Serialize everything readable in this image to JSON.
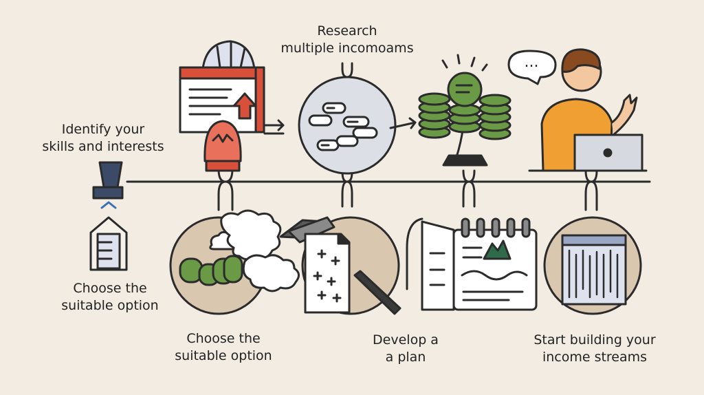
{
  "labels": {
    "research": [
      "Research",
      "multiple incomoams"
    ],
    "identify": [
      "Identify your",
      "skills and interests"
    ],
    "choose_left": [
      "Choose the",
      "suitable option"
    ],
    "choose_center": [
      "Choose the",
      "suitable option"
    ],
    "develop": [
      "Develop a",
      "a plan"
    ],
    "start": [
      "Start building your",
      "income streams"
    ]
  },
  "speech_bubble_text": "...",
  "colors": {
    "background": "#f2ece3",
    "line": "#2b2b2b",
    "accent_red": "#d9503a",
    "accent_green": "#6a9a45",
    "accent_orange": "#f0a032",
    "navy": "#3b4a66",
    "circle_gray": "#dcdfe6",
    "circle_beige": "#d9c7b0"
  }
}
